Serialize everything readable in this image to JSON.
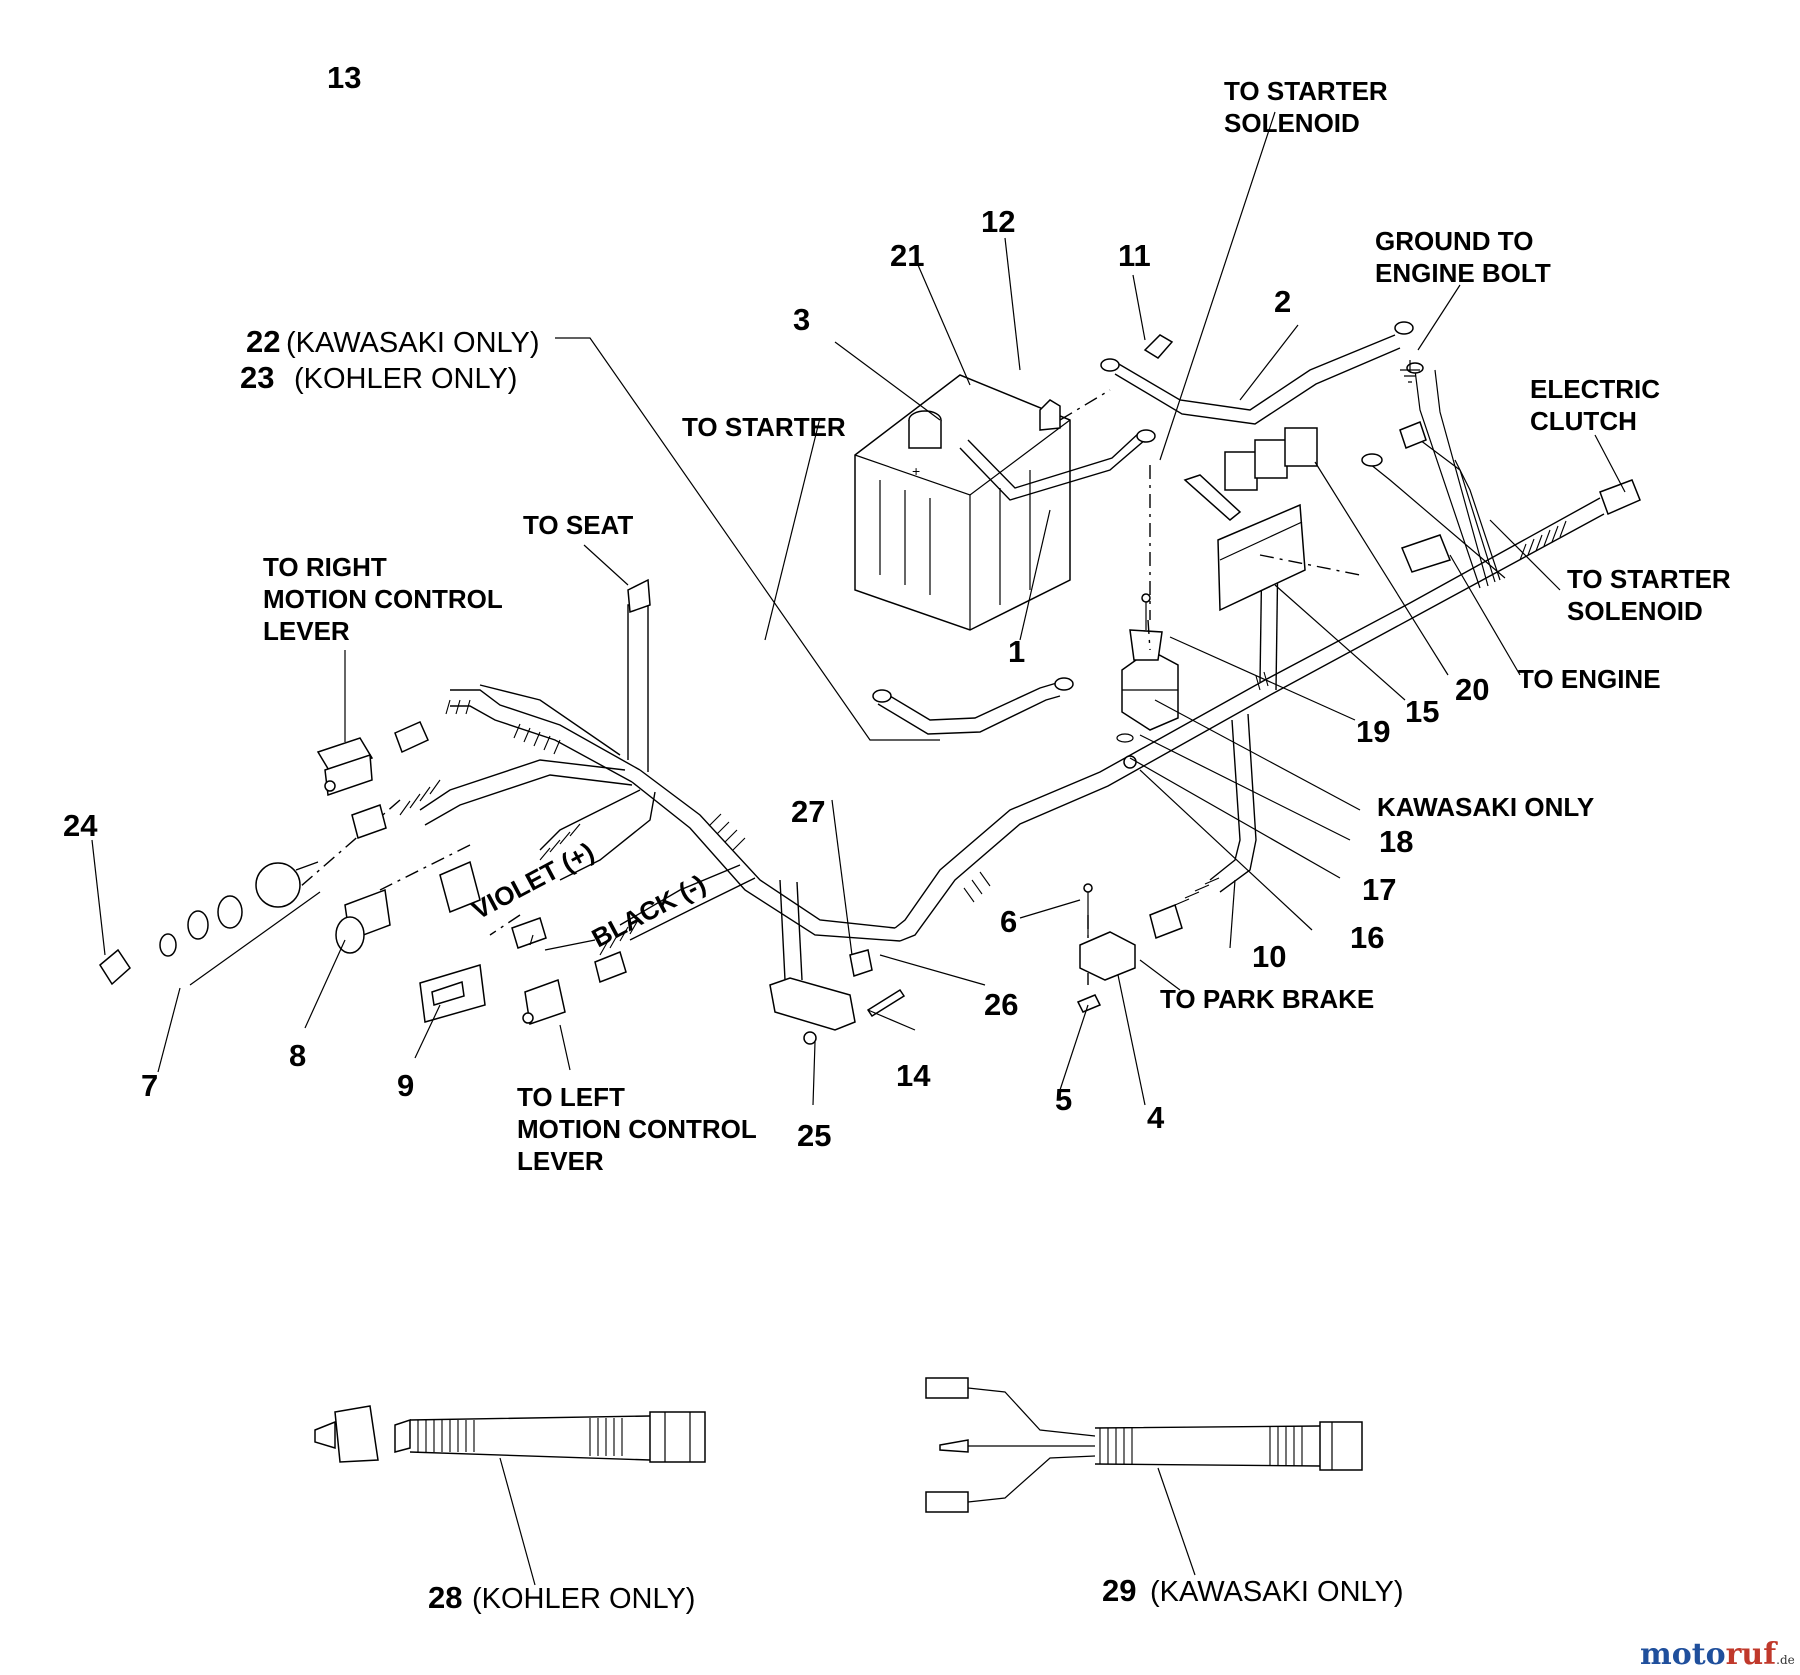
{
  "figure_number": "13",
  "callouts": {
    "n1": "1",
    "n2": "2",
    "n3": "3",
    "n4": "4",
    "n5": "5",
    "n6": "6",
    "n7": "7",
    "n8": "8",
    "n9": "9",
    "n10": "10",
    "n11": "11",
    "n12": "12",
    "n14": "14",
    "n15": "15",
    "n16": "16",
    "n17": "17",
    "n18": "18",
    "n19": "19",
    "n20": "20",
    "n21": "21",
    "n22": "22",
    "n23": "23",
    "n24": "24",
    "n25": "25",
    "n26": "26",
    "n27": "27",
    "n28": "28",
    "n29": "29"
  },
  "notes": {
    "kawasaki_only": "(KAWASAKI ONLY)",
    "kohler_only": "(KOHLER ONLY)"
  },
  "labels": {
    "to_starter_solenoid_top_l1": "TO STARTER",
    "to_starter_solenoid_top_l2": "SOLENOID",
    "ground_l1": "GROUND TO",
    "ground_l2": "ENGINE BOLT",
    "electric_clutch_l1": "ELECTRIC",
    "electric_clutch_l2": "CLUTCH",
    "to_starter": "TO STARTER",
    "to_seat": "TO SEAT",
    "to_right_l1": "TO RIGHT",
    "to_right_l2": "MOTION CONTROL",
    "to_right_l3": "LEVER",
    "to_starter_solenoid_right_l1": "TO STARTER",
    "to_starter_solenoid_right_l2": "SOLENOID",
    "to_engine": "TO ENGINE",
    "kawasaki_only_label": "KAWASAKI ONLY",
    "to_park_brake": "TO PARK BRAKE",
    "to_left_l1": "TO LEFT",
    "to_left_l2": "MOTION CONTROL",
    "to_left_l3": "LEVER",
    "violet": "VIOLET (+)",
    "black": "BLACK (-)"
  },
  "watermark": {
    "part1": "moto",
    "part2": "ruf",
    "suffix": ".de"
  }
}
